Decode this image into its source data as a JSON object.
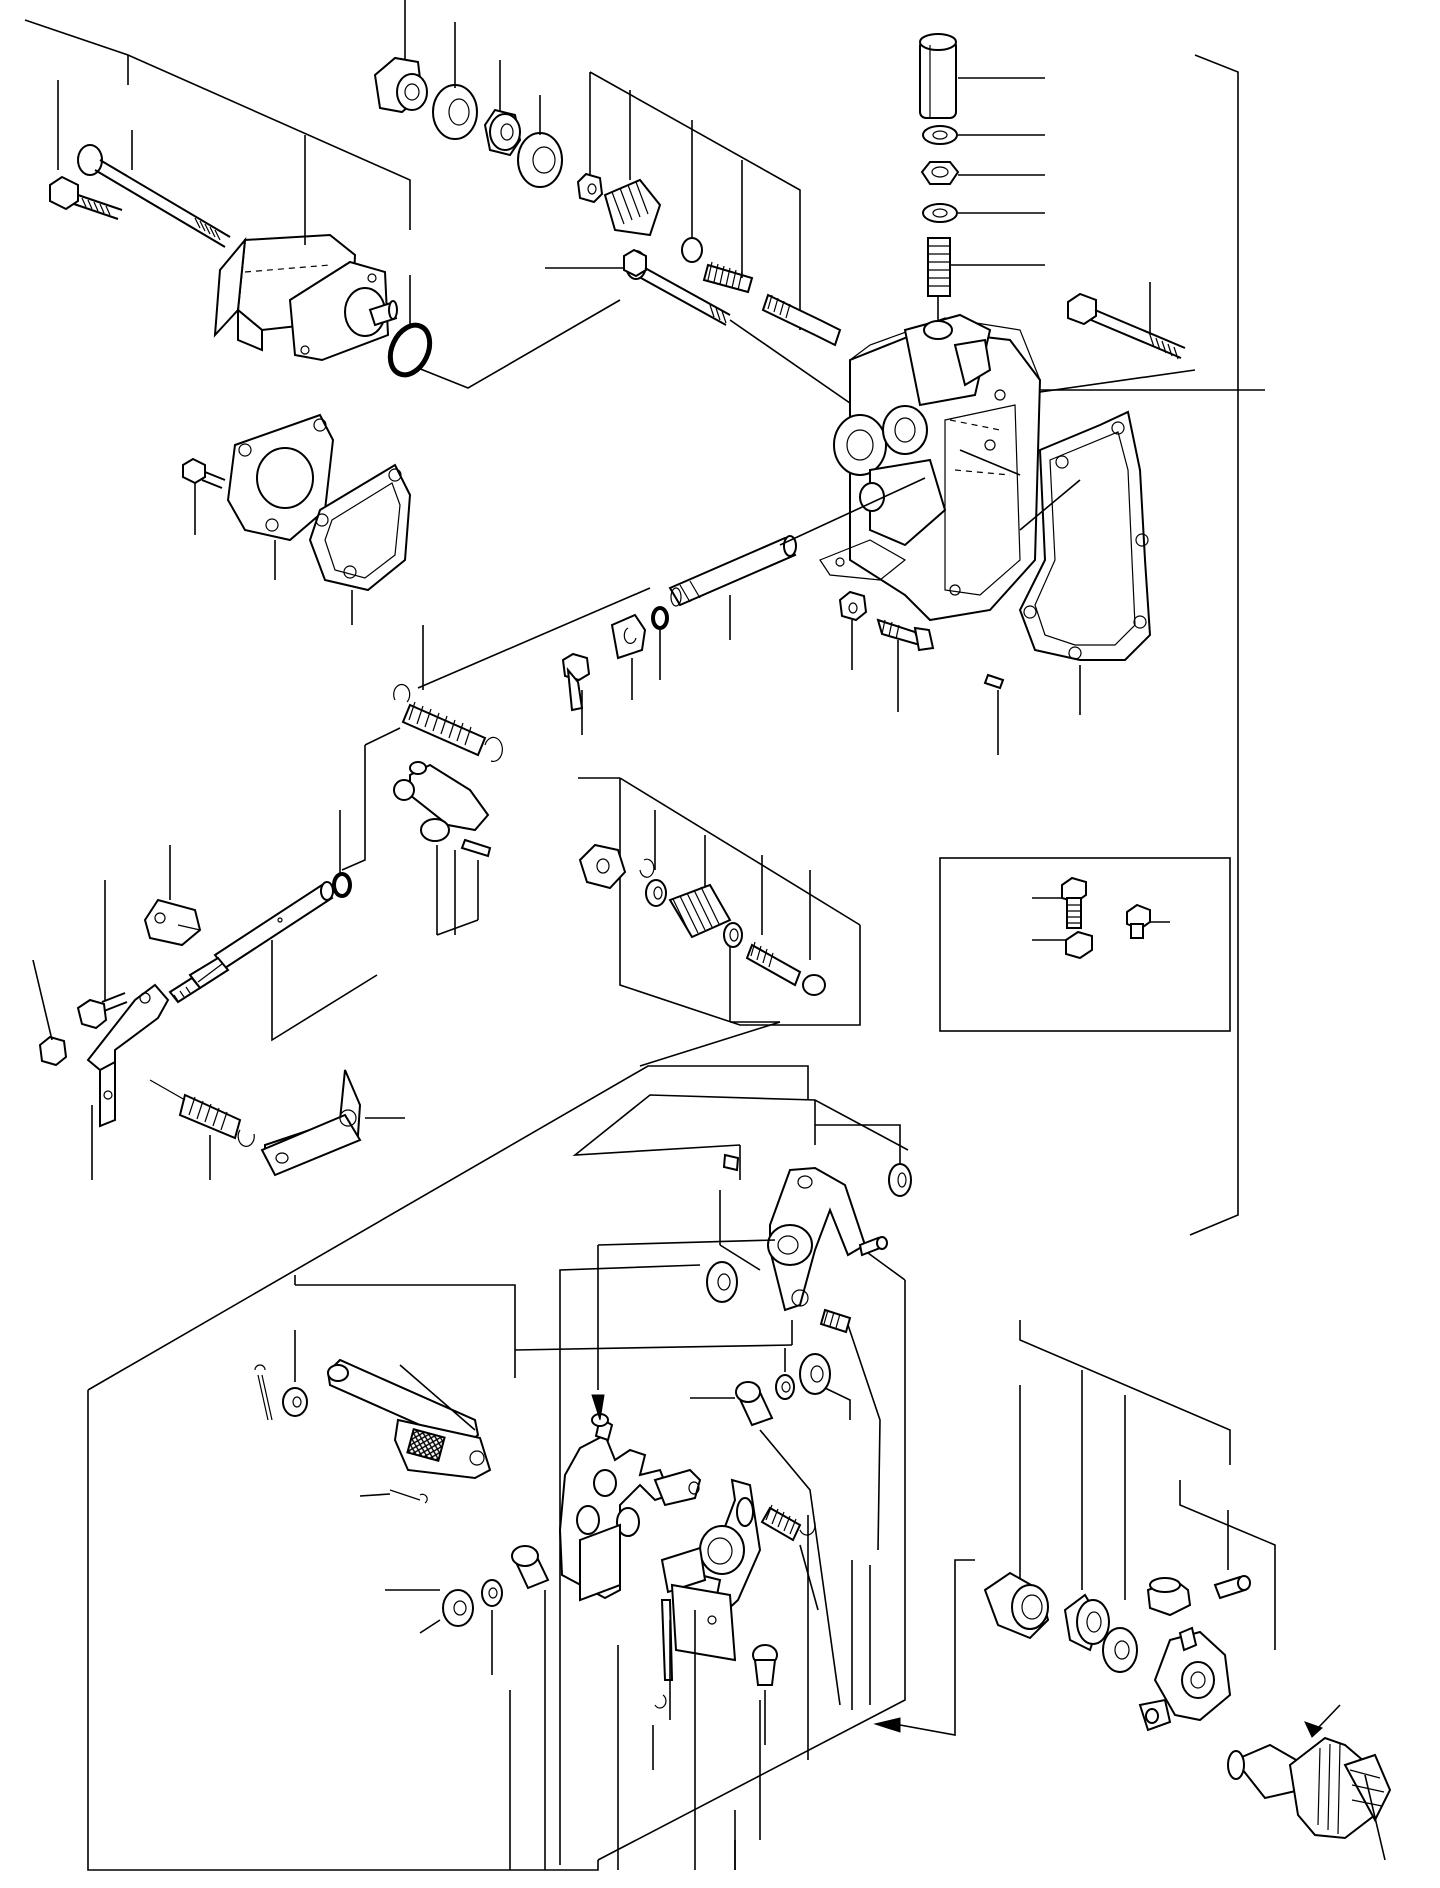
{
  "figure": {
    "kind": "exploded-parts-diagram",
    "labels": []
  },
  "colors": {
    "ink": "#000000",
    "paper": "#ffffff"
  },
  "parts": [
    "solenoid-assembly",
    "o-ring",
    "mounting-flange-gasket",
    "gasket",
    "bolt",
    "long-bolt",
    "cap-nut",
    "sealing-washer",
    "nut",
    "washer",
    "adjusting-screw",
    "spring",
    "governor-housing",
    "housing-gasket",
    "shaft",
    "snap-ring",
    "clip-plate",
    "stud",
    "tension-spring",
    "lever",
    "pin",
    "inset-bolt",
    "inset-nut",
    "inset-plug",
    "bracket",
    "plate",
    "cotter-pin",
    "link-plate",
    "governor-lever",
    "support-lever",
    "bushing",
    "collar",
    "cover-boss",
    "seal-bush",
    "sleeve",
    "control-lever",
    "stop-solenoid",
    "arrow-marker"
  ]
}
